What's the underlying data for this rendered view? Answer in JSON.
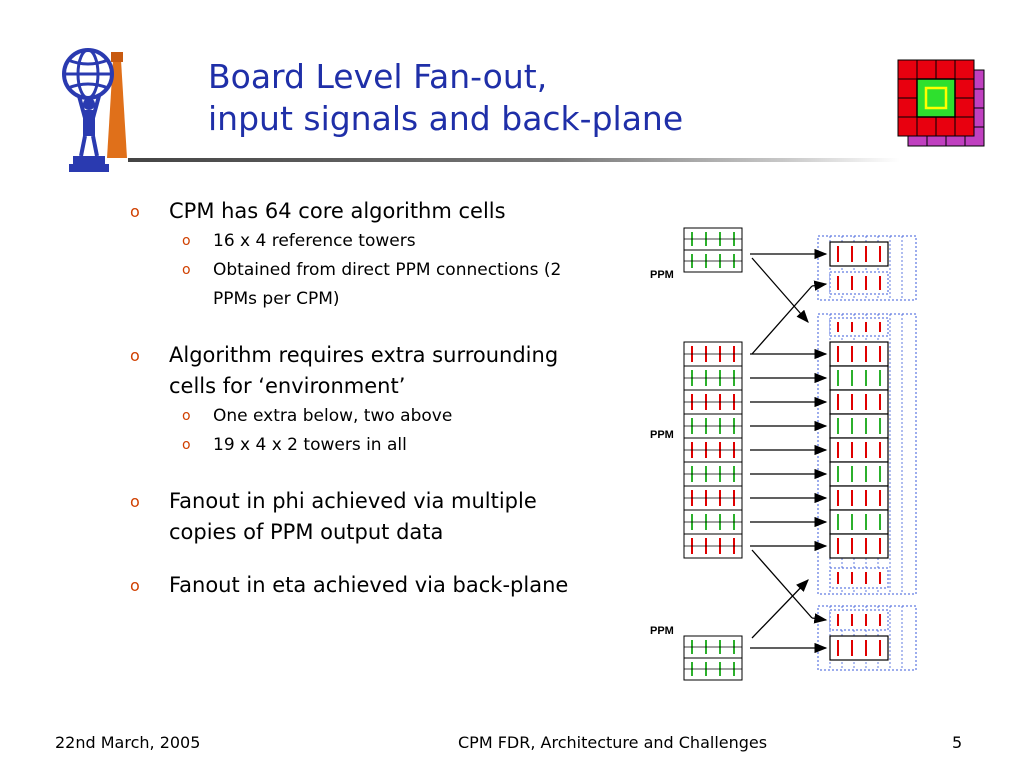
{
  "slide": {
    "title_line1": "Board Level Fan-out,",
    "title_line2": "input signals and back-plane"
  },
  "colors": {
    "title": "#1F2FA8",
    "bullet_marker": "#D04000",
    "tower_red": "#E00000",
    "tower_green": "#2CB02C",
    "grid_blue": "#3B5BDB",
    "calo_red": "#E8000F",
    "calo_purple": "#C040C0",
    "calo_green": "#2EE02E"
  },
  "bullets": [
    {
      "text": "CPM has 64 core algorithm cells",
      "sub": [
        "16 x 4 reference towers",
        "Obtained from direct PPM connections (2 PPMs per CPM)"
      ]
    },
    {
      "text": "Algorithm requires extra surrounding cells for ‘environment’",
      "sub": [
        "One extra below, two above",
        "19 x 4 x 2 towers in all"
      ]
    },
    {
      "text": "Fanout in phi achieved via multiple copies of PPM output data",
      "sub": []
    },
    {
      "text": "Fanout in eta achieved via back-plane",
      "sub": []
    }
  ],
  "bullet_marker": "o",
  "diagram": {
    "labels": {
      "ppm_top": "PPM",
      "ppm_middle": "PPM",
      "ppm_bottom": "PPM"
    }
  },
  "footer": {
    "date": "22nd March, 2005",
    "center": "CPM FDR, Architecture and Challenges",
    "page": "5"
  }
}
